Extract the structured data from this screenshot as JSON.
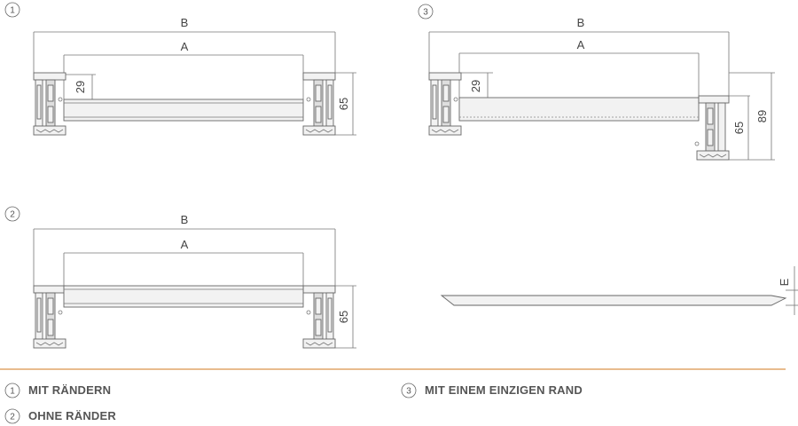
{
  "badges": {
    "one": "1",
    "two": "2",
    "three": "3"
  },
  "dimensions": {
    "width_B": "B",
    "width_A": "A",
    "height_29": "29",
    "height_65": "65",
    "height_89": "89",
    "thickness_E": "E"
  },
  "legend": {
    "item1_label": "MIT RÄNDERN",
    "item2_label": "OHNE RÄNDER",
    "item3_label": "MIT EINEM EINZIGEN RAND"
  },
  "colors": {
    "divider": "#d9944a",
    "line": "#666666",
    "fill": "#f2f2f2"
  }
}
